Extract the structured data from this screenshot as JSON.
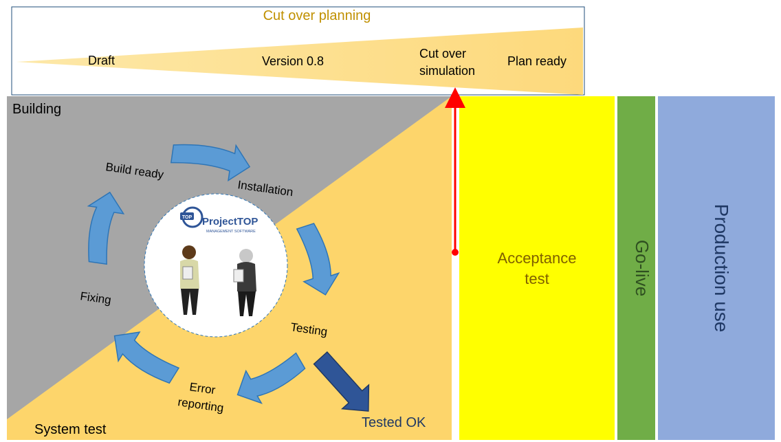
{
  "planning": {
    "title": "Cut over planning",
    "milestones": [
      "Draft",
      "Version 0.8",
      "Cut over",
      "simulation",
      "Plan ready"
    ]
  },
  "phases": {
    "building": "Building",
    "system_test": "System test",
    "acceptance_line1": "Acceptance",
    "acceptance_line2": "test",
    "go_live": "Go-live",
    "production": "Production use"
  },
  "cycle": {
    "build_ready": "Build ready",
    "installation": "Installation",
    "testing": "Testing",
    "error_line1": "Error",
    "error_line2": "reporting",
    "fixing": "Fixing",
    "tested_ok": "Tested OK"
  },
  "logo": {
    "brand": "ProjectTOP",
    "tagline": "MANAGEMENT SOFTWARE",
    "badge": "TOP"
  },
  "colors": {
    "grey": "#a6a6a6",
    "gold": "#fdd56b",
    "yellow": "#ffff00",
    "green": "#70ad47",
    "blue": "#8faadc",
    "arrow_light": "#5b9bd5",
    "arrow_dark": "#2f5597",
    "red": "#ff0000",
    "planning_title": "#c09000"
  }
}
